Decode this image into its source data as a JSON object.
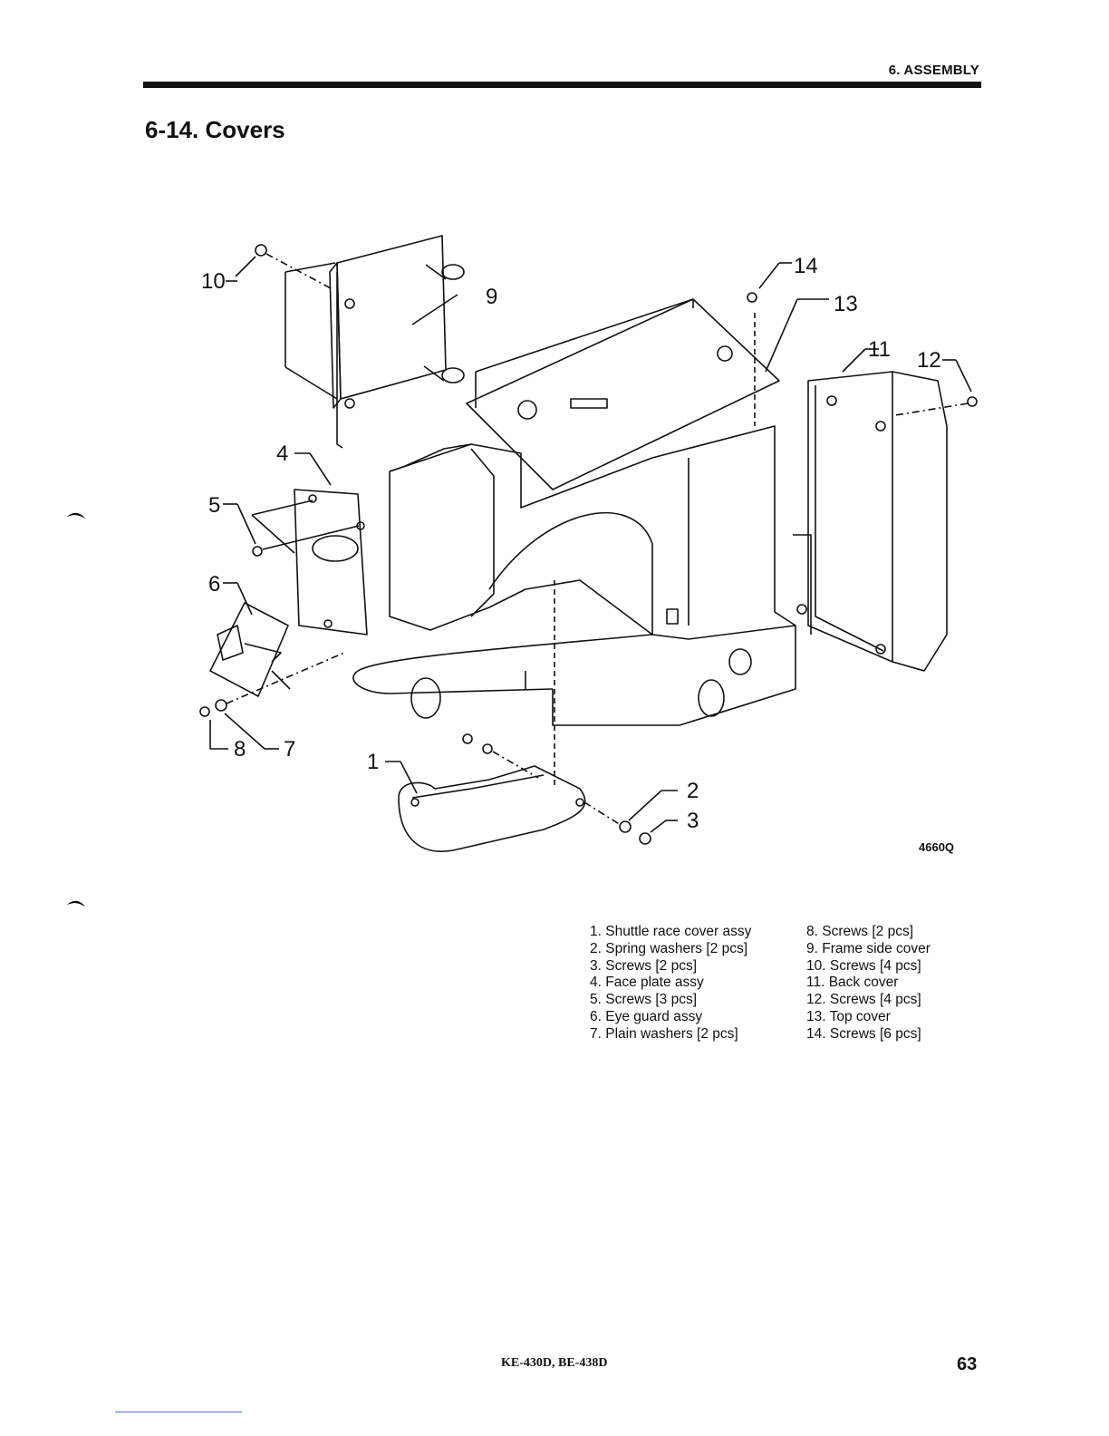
{
  "header": {
    "section": "6. ASSEMBLY"
  },
  "heading": "6-14. Covers",
  "figure": {
    "callouts": [
      "1",
      "2",
      "3",
      "4",
      "5",
      "6",
      "7",
      "8",
      "9",
      "10",
      "11",
      "12",
      "13",
      "14"
    ],
    "code": "4660Q"
  },
  "parts": {
    "col1": [
      "1. Shuttle race cover assy",
      "2. Spring washers [2 pcs]",
      "3. Screws [2 pcs]",
      "4. Face plate assy",
      "5. Screws [3 pcs]",
      "6. Eye guard assy",
      "7. Plain washers [2 pcs]"
    ],
    "col2": [
      "8. Screws [2 pcs]",
      "9. Frame side cover",
      "10. Screws [4 pcs]",
      "11. Back cover",
      "12. Screws [4 pcs]",
      "13. Top cover",
      "14. Screws [6 pcs]"
    ]
  },
  "footer": {
    "model": "KE-430D, BE-438D",
    "page": "63"
  }
}
